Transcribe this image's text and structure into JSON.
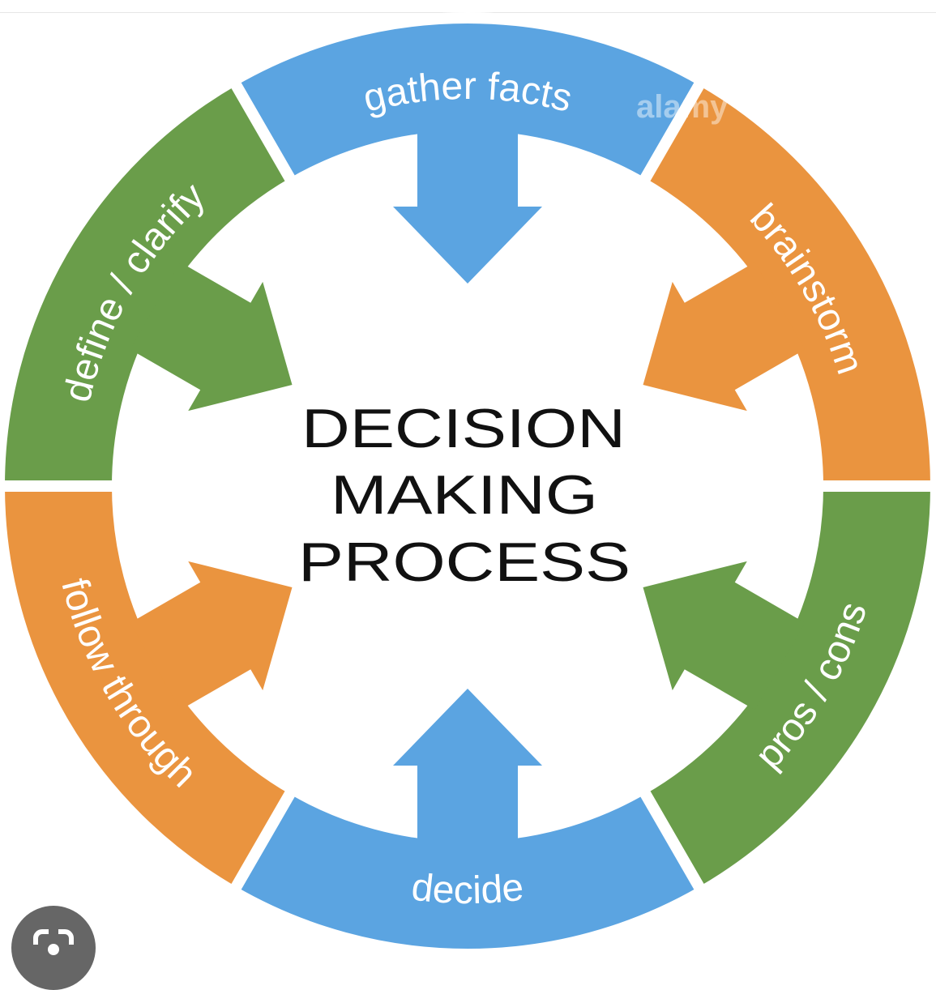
{
  "title_lines": [
    "DECISION",
    "MAKING",
    "PROCESS"
  ],
  "segments": [
    {
      "label": "gather facts",
      "color": "#5ba4e1"
    },
    {
      "label": "brainstorm",
      "color": "#ea943f"
    },
    {
      "label": "pros / cons",
      "color": "#6a9d4a"
    },
    {
      "label": "decide",
      "color": "#5ba4e1"
    },
    {
      "label": "follow through",
      "color": "#ea943f"
    },
    {
      "label": "define / clarify",
      "color": "#6a9d4a"
    }
  ],
  "watermark": "alamy",
  "lens_icon": "visual-search-icon"
}
